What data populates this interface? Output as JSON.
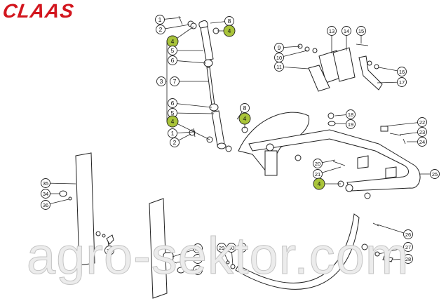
{
  "logo": "CLAAS",
  "watermark": "agro-sektor.com",
  "highlight_color": "#a9c43a",
  "callouts": [
    {
      "label": "1",
      "highlight": false
    },
    {
      "label": "2",
      "highlight": false
    },
    {
      "label": "4",
      "highlight": true
    },
    {
      "label": "8",
      "highlight": false
    },
    {
      "label": "4",
      "highlight": true
    },
    {
      "label": "5",
      "highlight": false
    },
    {
      "label": "6",
      "highlight": false
    },
    {
      "label": "3",
      "highlight": false
    },
    {
      "label": "7",
      "highlight": false
    },
    {
      "label": "6",
      "highlight": false
    },
    {
      "label": "5",
      "highlight": false
    },
    {
      "label": "4",
      "highlight": true
    },
    {
      "label": "8",
      "highlight": false
    },
    {
      "label": "4",
      "highlight": true
    },
    {
      "label": "1",
      "highlight": false
    },
    {
      "label": "2",
      "highlight": false
    },
    {
      "label": "9",
      "highlight": false
    },
    {
      "label": "10",
      "highlight": false
    },
    {
      "label": "11",
      "highlight": false
    },
    {
      "label": "13",
      "highlight": false
    },
    {
      "label": "14",
      "highlight": false
    },
    {
      "label": "15",
      "highlight": false
    },
    {
      "label": "16",
      "highlight": false
    },
    {
      "label": "17",
      "highlight": false
    },
    {
      "label": "18",
      "highlight": false
    },
    {
      "label": "19",
      "highlight": false
    },
    {
      "label": "22",
      "highlight": false
    },
    {
      "label": "23",
      "highlight": false
    },
    {
      "label": "24",
      "highlight": false
    },
    {
      "label": "20",
      "highlight": false
    },
    {
      "label": "21",
      "highlight": false
    },
    {
      "label": "4",
      "highlight": true
    },
    {
      "label": "25",
      "highlight": false
    },
    {
      "label": "35",
      "highlight": false
    },
    {
      "label": "34",
      "highlight": false
    },
    {
      "label": "36",
      "highlight": false
    },
    {
      "label": "37",
      "highlight": false
    },
    {
      "label": "32",
      "highlight": false
    },
    {
      "label": "33",
      "highlight": false
    },
    {
      "label": "34",
      "highlight": false
    },
    {
      "label": "29",
      "highlight": false
    },
    {
      "label": "30",
      "highlight": false
    },
    {
      "label": "31",
      "highlight": false
    },
    {
      "label": "26",
      "highlight": false
    },
    {
      "label": "27",
      "highlight": false
    },
    {
      "label": "28",
      "highlight": false
    }
  ]
}
